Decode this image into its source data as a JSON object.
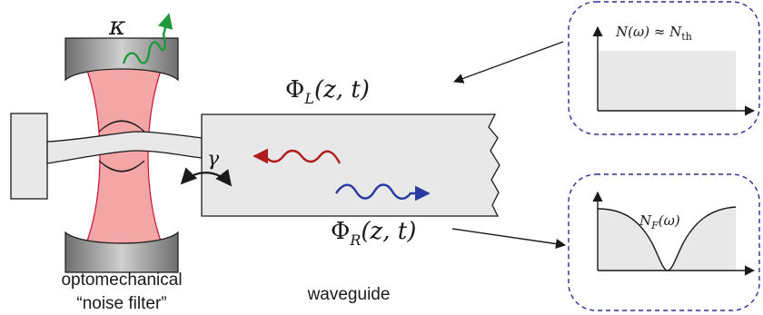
{
  "labels": {
    "kappa": "κ",
    "gamma": "γ",
    "phi_left": "Φ_L(z, t)",
    "phi_right": "Φ_R(z, t)",
    "filter_line1": "optomechanical",
    "filter_line2": "“noise filter”",
    "waveguide": "waveguide"
  },
  "insets": {
    "top_label": "N(ω) ≈ N_th",
    "bottom_label": "N_F(ω)"
  },
  "colors": {
    "cavity_pink": "#f4a6a6",
    "cavity_edge": "#c8102e",
    "mirror_gray": "#9a9a9a",
    "wave_red": "#b01b1b",
    "wave_blue": "#2b3aa0",
    "photon_green": "#1f9a3a",
    "inset_border": "#2a2f8f",
    "fill_gray": "#e8e8e8"
  }
}
